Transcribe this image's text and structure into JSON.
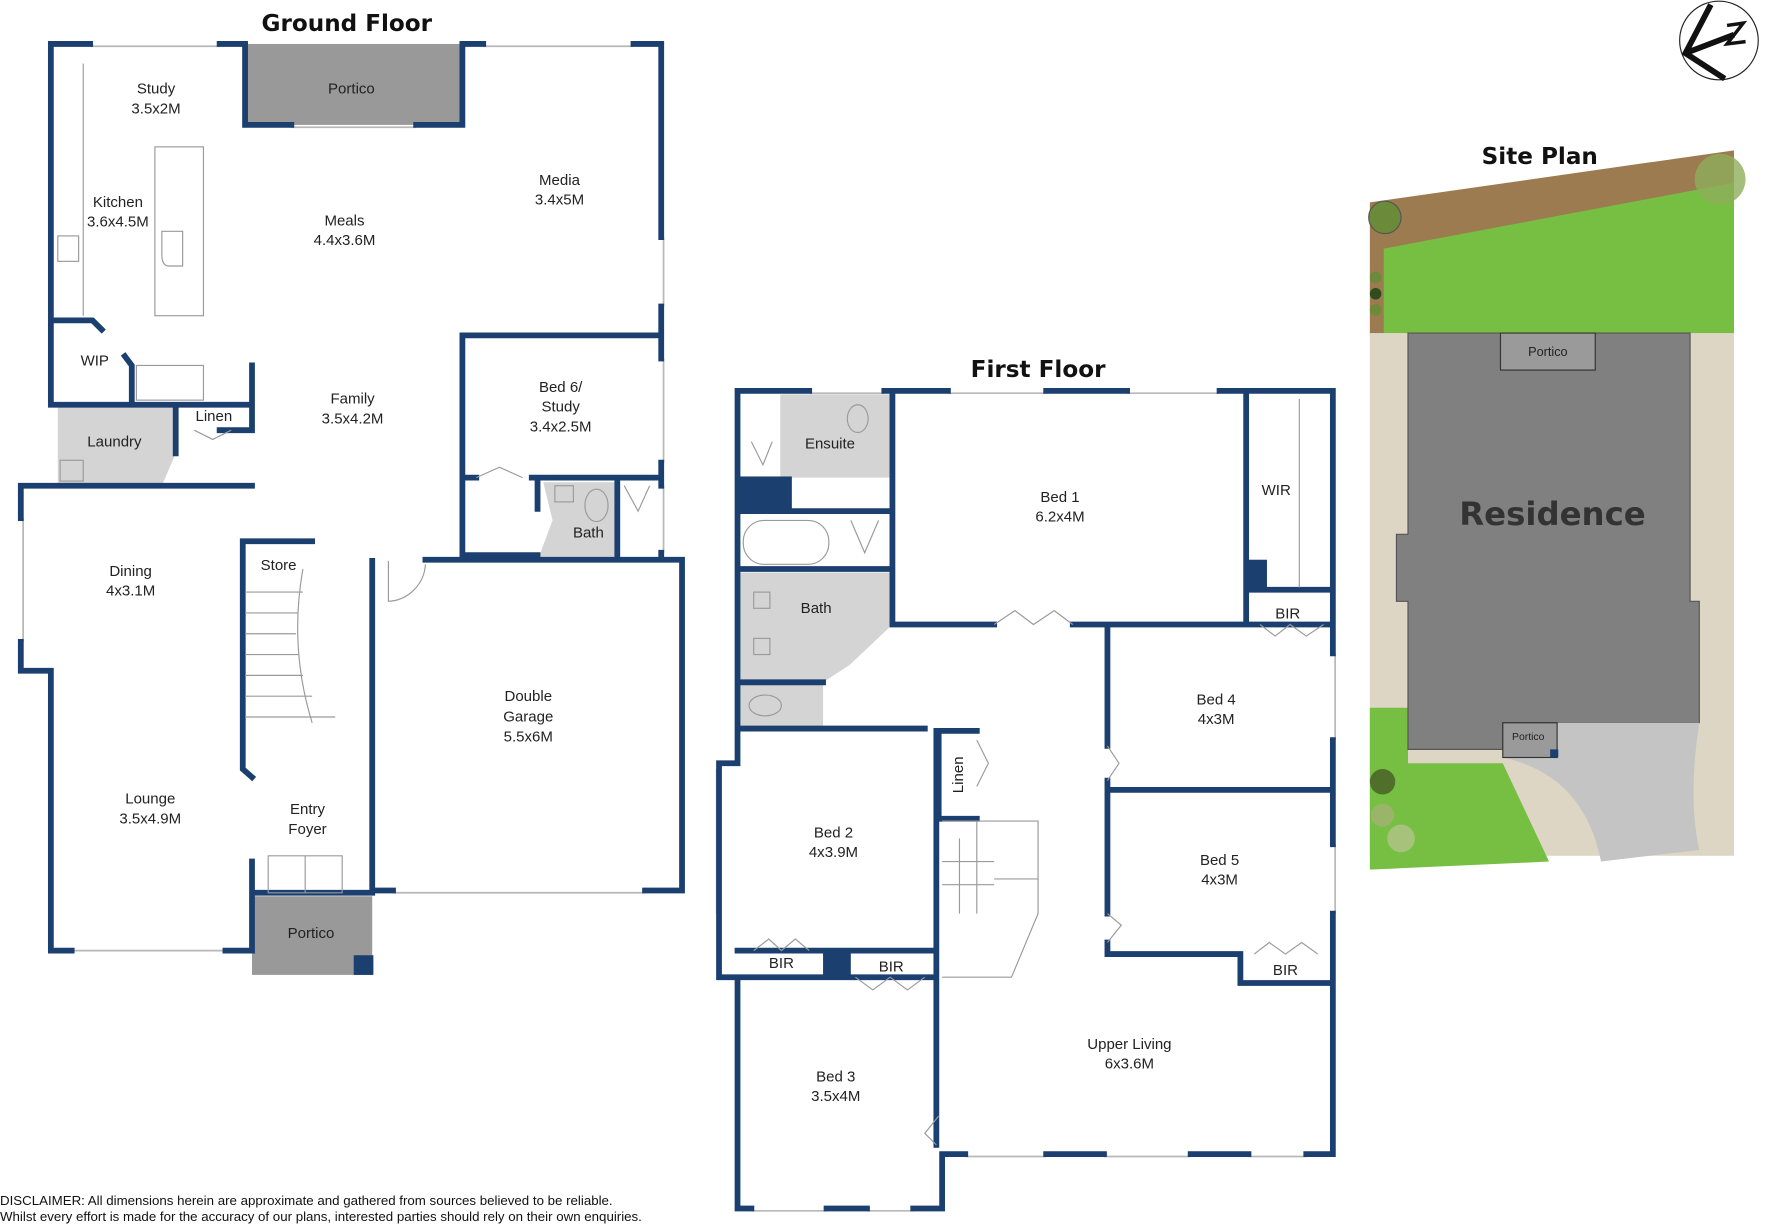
{
  "colors": {
    "wall": "#1b3f6e",
    "portico": "#999999",
    "wet_area": "#d4d4d4",
    "lawn": "#76bf43",
    "garden_bed": "#9b7b4f",
    "gravel": "#ddd6c4",
    "residence": "#808080",
    "driveway": "#c4c4c4"
  },
  "compass": {
    "icon": "north-arrow-icon"
  },
  "ground_floor": {
    "title": "Ground Floor",
    "rooms": {
      "study": {
        "name": "Study",
        "size": "3.5x2M"
      },
      "portico_top": {
        "name": "Portico"
      },
      "media": {
        "name": "Media",
        "size": "3.4x5M"
      },
      "kitchen": {
        "name": "Kitchen",
        "size": "3.6x4.5M"
      },
      "meals": {
        "name": "Meals",
        "size": "4.4x3.6M"
      },
      "wip": {
        "name": "WIP"
      },
      "linen": {
        "name": "Linen"
      },
      "family": {
        "name": "Family",
        "size": "3.5x4.2M"
      },
      "bed6": {
        "name1": "Bed 6/",
        "name2": "Study",
        "size": "3.4x2.5M"
      },
      "laundry": {
        "name": "Laundry"
      },
      "bath": {
        "name": "Bath"
      },
      "dining": {
        "name": "Dining",
        "size": "4x3.1M"
      },
      "store": {
        "name": "Store"
      },
      "garage": {
        "name1": "Double",
        "name2": "Garage",
        "size": "5.5x6M"
      },
      "lounge": {
        "name": "Lounge",
        "size": "3.5x4.9M"
      },
      "entry": {
        "name1": "Entry",
        "name2": "Foyer"
      },
      "portico_front": {
        "name": "Portico"
      }
    }
  },
  "first_floor": {
    "title": "First Floor",
    "rooms": {
      "ensuite": {
        "name": "Ensuite"
      },
      "bed1": {
        "name": "Bed 1",
        "size": "6.2x4M"
      },
      "wir": {
        "name": "WIR"
      },
      "bath": {
        "name": "Bath"
      },
      "bir_bed1": {
        "name": "BIR"
      },
      "bed4": {
        "name": "Bed 4",
        "size": "4x3M"
      },
      "linen": {
        "name": "Linen"
      },
      "bed2": {
        "name": "Bed 2",
        "size": "4x3.9M"
      },
      "bed5": {
        "name": "Bed 5",
        "size": "4x3M"
      },
      "bir_bed2": {
        "name": "BIR"
      },
      "bir_bed3": {
        "name": "BIR"
      },
      "bir_bed5": {
        "name": "BIR"
      },
      "upper_living": {
        "name": "Upper Living",
        "size": "6x3.6M"
      },
      "bed3": {
        "name": "Bed 3",
        "size": "3.5x4M"
      }
    }
  },
  "site_plan": {
    "title": "Site Plan",
    "residence": "Residence",
    "portico_rear": "Portico",
    "portico_front": "Portico"
  },
  "disclaimer": {
    "line1": "DISCLAIMER:  All dimensions herein are approximate and gathered from sources believed to be reliable.",
    "line2": "Whilst every effort is made for the accuracy of our plans, interested parties should rely on their own enquiries."
  }
}
